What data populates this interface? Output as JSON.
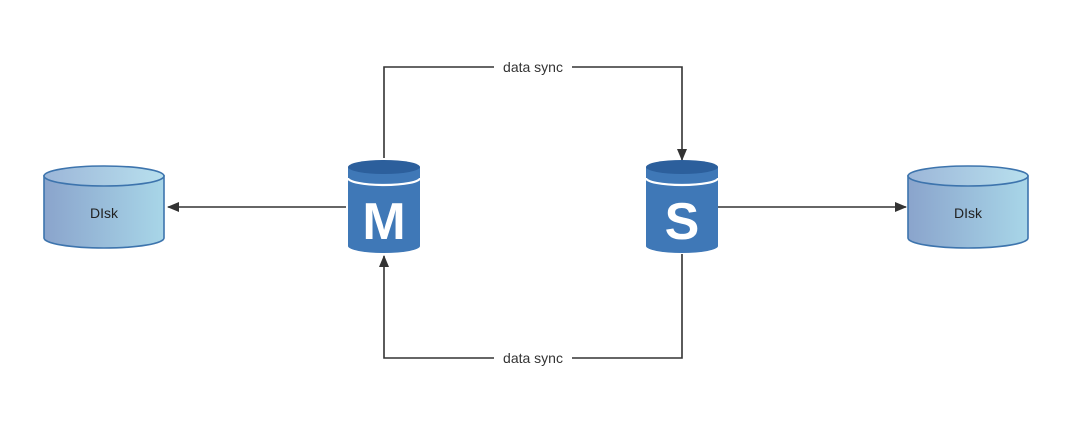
{
  "diagram": {
    "colors": {
      "line": "#333333",
      "db_fill": "#3f78b7",
      "db_top": "#2c5f9c",
      "disk_stroke": "#3d74ad",
      "disk_fill_left": "#8aa4cc",
      "disk_fill_right": "#a6d2e6"
    },
    "nodes": {
      "master": {
        "letter": "M",
        "icon": "database-icon"
      },
      "slave": {
        "letter": "S",
        "icon": "database-icon"
      },
      "disk_left": {
        "label": "DIsk",
        "icon": "disk-cylinder-icon"
      },
      "disk_right": {
        "label": "DIsk",
        "icon": "disk-cylinder-icon"
      }
    },
    "edges": {
      "top_sync_label": "data sync",
      "bottom_sync_label": "data sync"
    }
  }
}
